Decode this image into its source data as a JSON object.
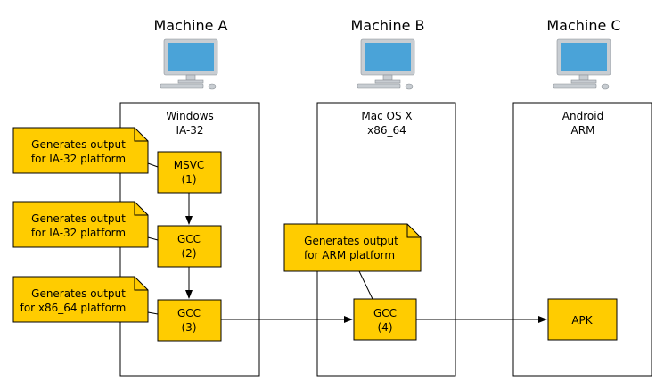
{
  "colors": {
    "node_fill": "#FFCC00",
    "note_fill": "#FFCC00",
    "monitor_screen": "#4AA3D8",
    "monitor_body": "#C8CDD2",
    "stroke": "#000000"
  },
  "machines": [
    {
      "id": "a",
      "title": "Machine A",
      "os": "Windows",
      "arch": "IA-32",
      "icon": "desktop-computer-icon"
    },
    {
      "id": "b",
      "title": "Machine B",
      "os": "Mac OS X",
      "arch": "x86_64",
      "icon": "desktop-computer-icon"
    },
    {
      "id": "c",
      "title": "Machine C",
      "os": "Android",
      "arch": "ARM",
      "icon": "desktop-computer-icon"
    }
  ],
  "nodes": [
    {
      "id": "msvc1",
      "line1": "MSVC",
      "line2": "(1)"
    },
    {
      "id": "gcc2",
      "line1": "GCC",
      "line2": "(2)"
    },
    {
      "id": "gcc3",
      "line1": "GCC",
      "line2": "(3)"
    },
    {
      "id": "gcc4",
      "line1": "GCC",
      "line2": "(4)"
    },
    {
      "id": "apk",
      "line1": "APK",
      "line2": ""
    }
  ],
  "notes": [
    {
      "id": "note1",
      "line1": "Generates output",
      "line2": "for IA-32 platform"
    },
    {
      "id": "note2",
      "line1": "Generates output",
      "line2": "for IA-32 platform"
    },
    {
      "id": "note3",
      "line1": "Generates output",
      "line2": "for x86_64 platform"
    },
    {
      "id": "note4",
      "line1": "Generates output",
      "line2": "for ARM platform"
    }
  ]
}
